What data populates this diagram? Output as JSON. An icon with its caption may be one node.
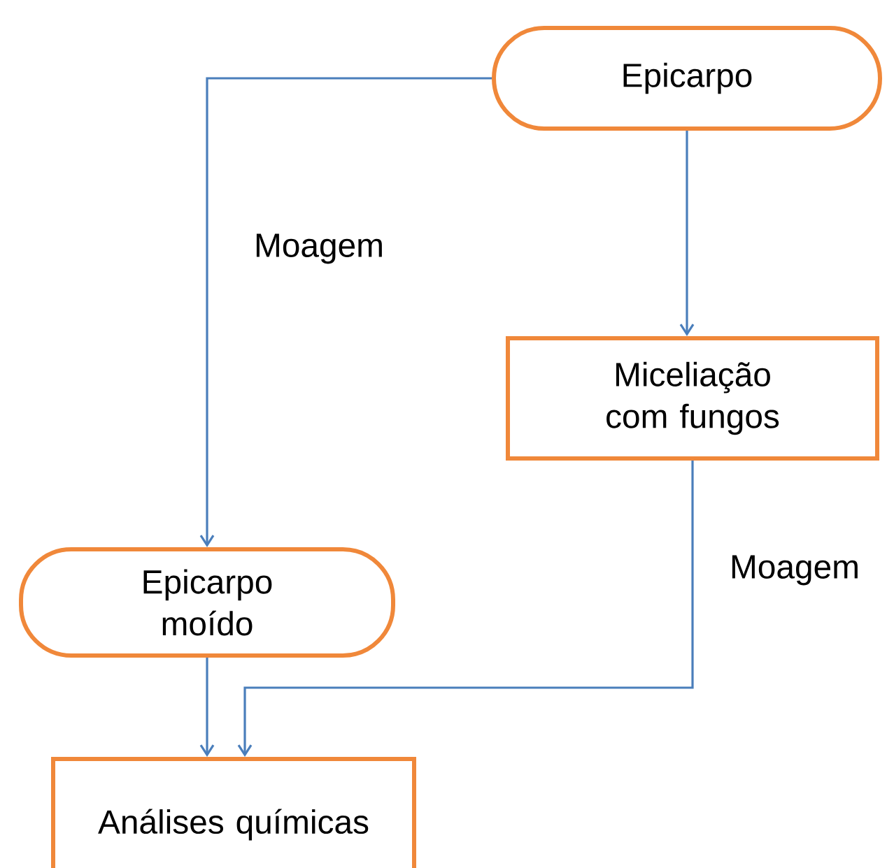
{
  "diagram": {
    "nodes": [
      {
        "text": [
          "Epicarpo"
        ]
      },
      {
        "text": [
          "Miceliação com fungos"
        ]
      },
      {
        "text": [
          "Epicarpo moído"
        ]
      },
      {
        "text": [
          "Análises químicas"
        ]
      }
    ],
    "edges": [
      {
        "from": 0,
        "to": 2,
        "arrow": "to",
        "label": "Moagem"
      },
      {
        "from": 0,
        "to": 1,
        "arrow": "to"
      },
      {
        "from": 1,
        "to": 3,
        "arrow": "to",
        "label": "Moagem"
      },
      {
        "from": 2,
        "to": 3,
        "arrow": "to"
      }
    ]
  }
}
